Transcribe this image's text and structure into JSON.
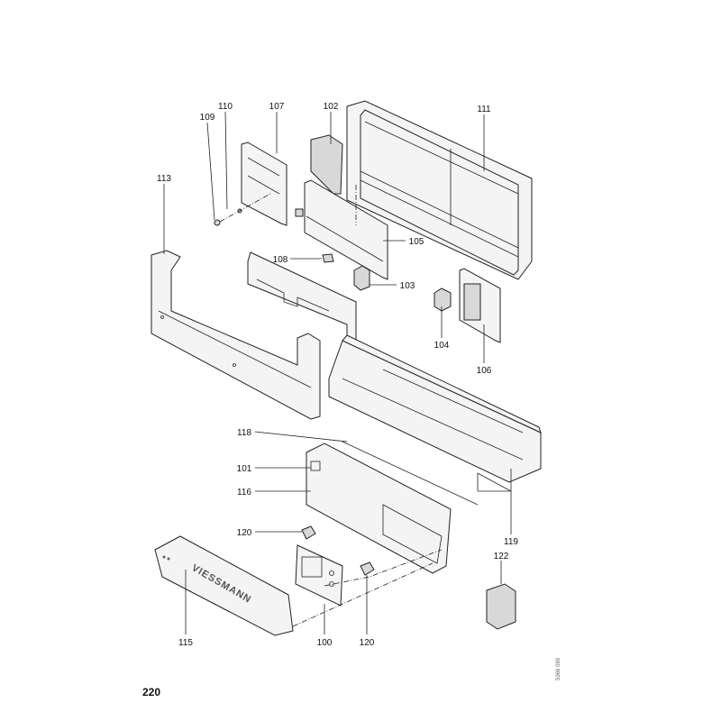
{
  "labels": {
    "p109": "109",
    "p110": "110",
    "p107": "107",
    "p102": "102",
    "p111": "111",
    "p113": "113",
    "p105": "105",
    "p108": "108",
    "p103": "103",
    "p104": "104",
    "p106": "106",
    "p118": "118",
    "p101": "101",
    "p116": "116",
    "p120a": "120",
    "p119": "119",
    "p122": "122",
    "p115": "115",
    "p100": "100",
    "p120b": "120"
  },
  "page_number": "220",
  "document_number": "5366 089",
  "brand_logo": "VIESSMANN"
}
